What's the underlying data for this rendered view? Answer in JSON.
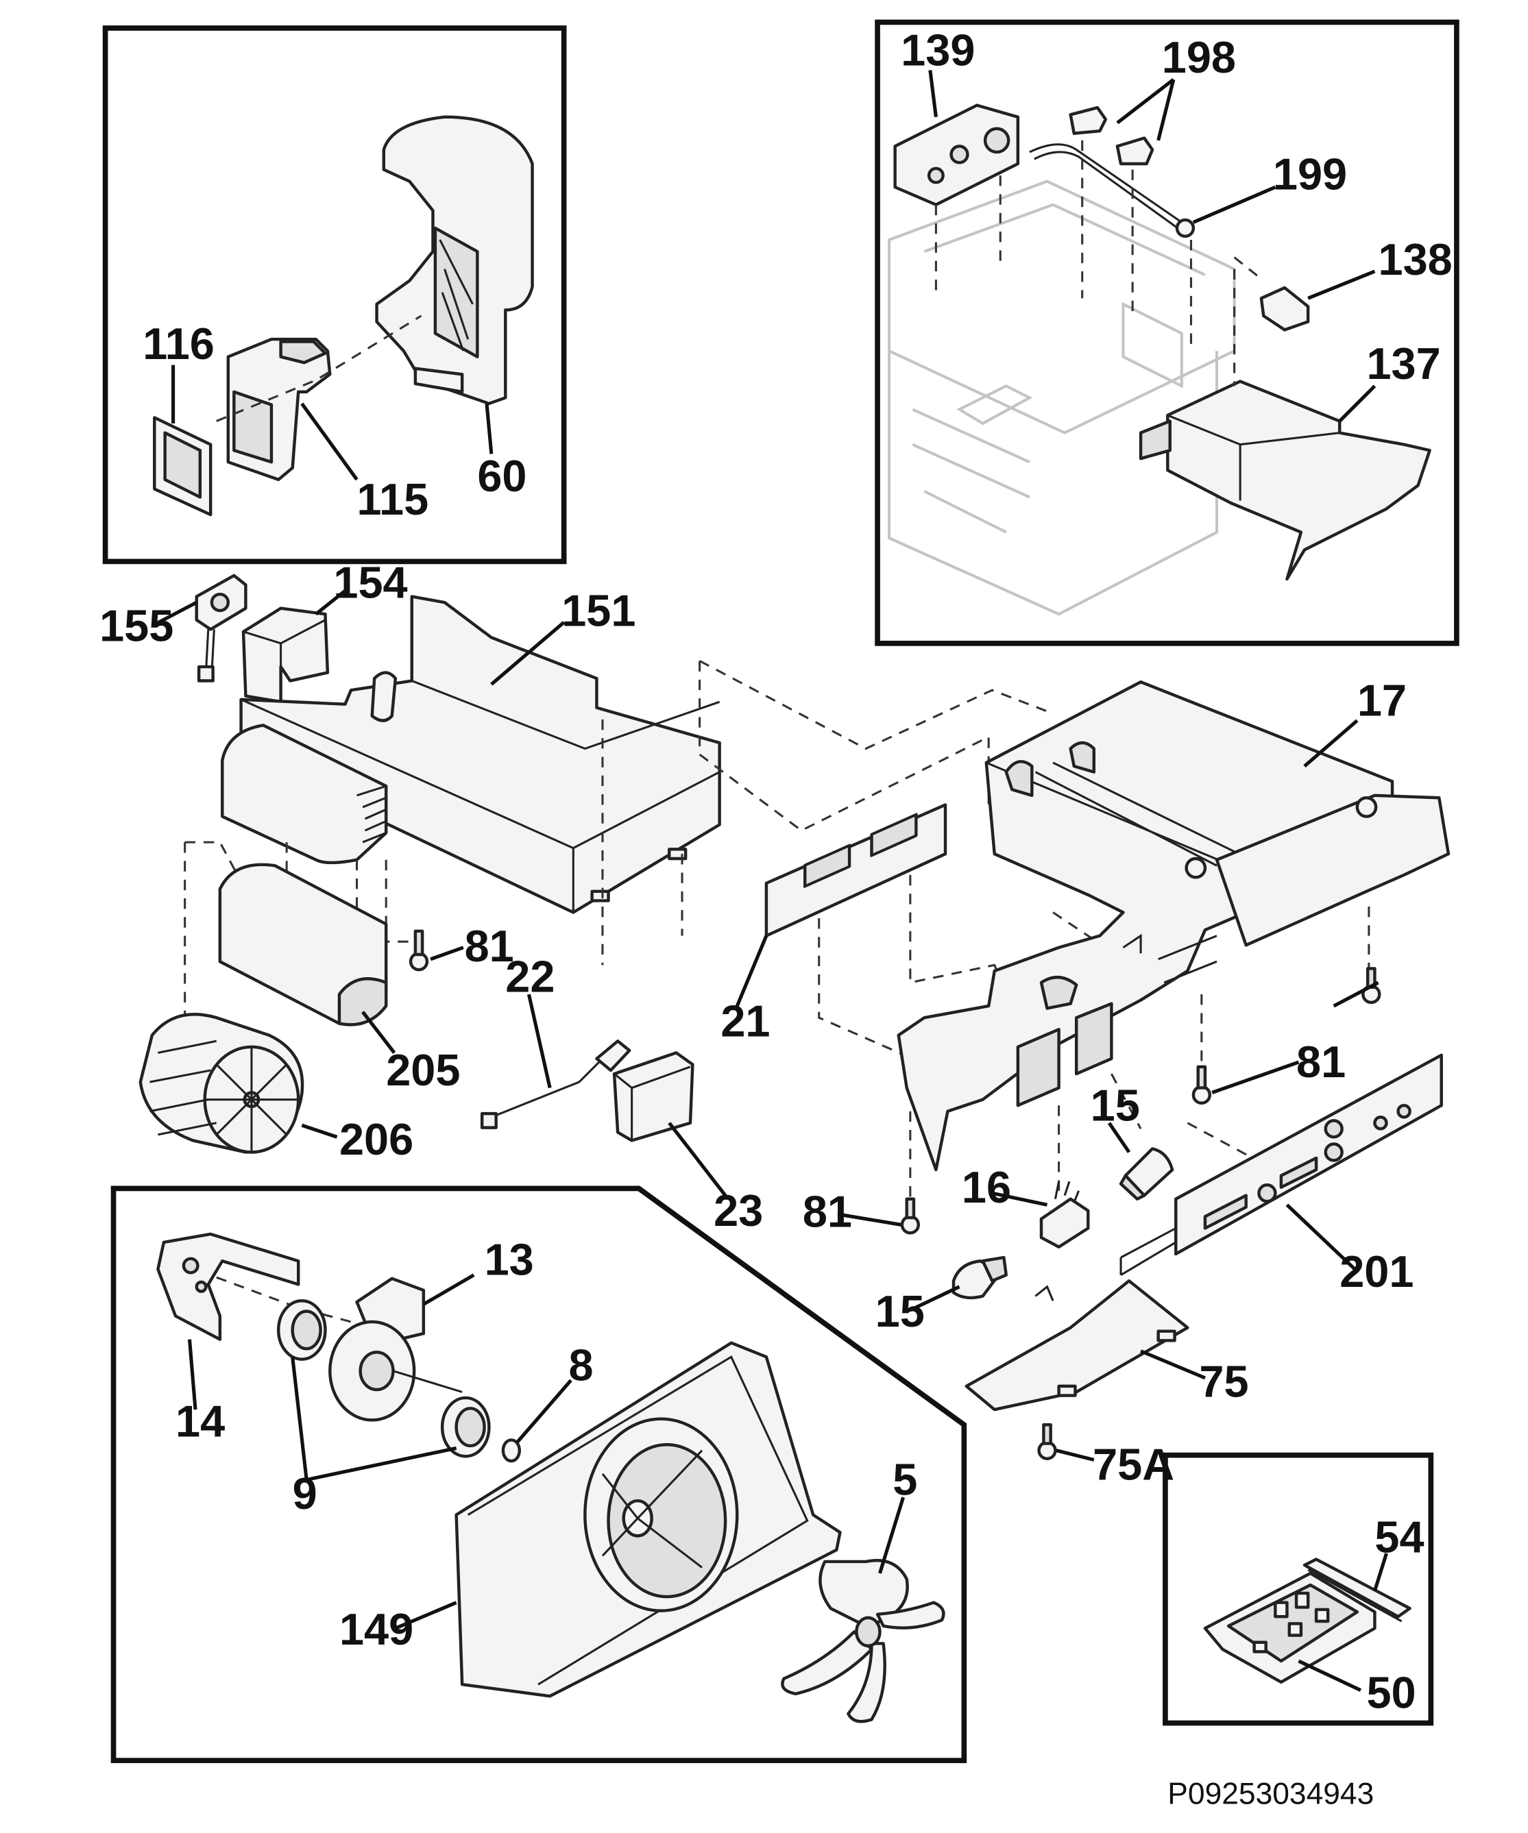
{
  "document_id": "P09253034943",
  "parts": {
    "p116": "116",
    "p115": "115",
    "p60": "60",
    "p139": "139",
    "p198": "198",
    "p199": "199",
    "p138": "138",
    "p137": "137",
    "p155": "155",
    "p154": "154",
    "p151": "151",
    "p17": "17",
    "p81": "81",
    "p22": "22",
    "p21": "21",
    "p205": "205",
    "p206": "206",
    "p23": "23",
    "p15": "15",
    "p16": "16",
    "p201": "201",
    "p75": "75",
    "p75a": "75A",
    "p13": "13",
    "p14": "14",
    "p9": "9",
    "p8": "8",
    "p5": "5",
    "p149": "149",
    "p54": "54",
    "p50": "50"
  }
}
